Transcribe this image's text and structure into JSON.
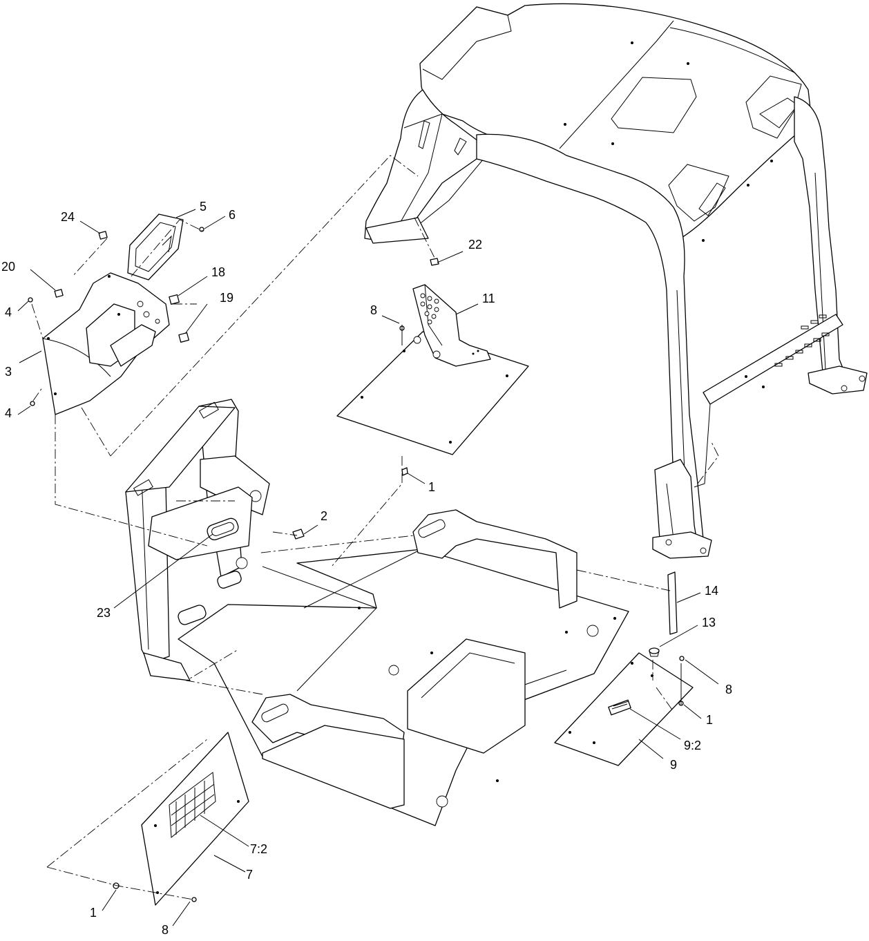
{
  "callouts": [
    {
      "id": "c24",
      "label": "24"
    },
    {
      "id": "c5",
      "label": "5"
    },
    {
      "id": "c6",
      "label": "6"
    },
    {
      "id": "c20",
      "label": "20"
    },
    {
      "id": "c18",
      "label": "18"
    },
    {
      "id": "c4a",
      "label": "4"
    },
    {
      "id": "c19",
      "label": "19"
    },
    {
      "id": "c3",
      "label": "3"
    },
    {
      "id": "c4b",
      "label": "4"
    },
    {
      "id": "c22",
      "label": "22"
    },
    {
      "id": "c8a",
      "label": "8"
    },
    {
      "id": "c11",
      "label": "11"
    },
    {
      "id": "c1a",
      "label": "1"
    },
    {
      "id": "c2",
      "label": "2"
    },
    {
      "id": "c23",
      "label": "23"
    },
    {
      "id": "c14",
      "label": "14"
    },
    {
      "id": "c13",
      "label": "13"
    },
    {
      "id": "c8b",
      "label": "8"
    },
    {
      "id": "c1b",
      "label": "1"
    },
    {
      "id": "c9_2",
      "label": "9:2"
    },
    {
      "id": "c9",
      "label": "9"
    },
    {
      "id": "c7_2",
      "label": "7:2"
    },
    {
      "id": "c7",
      "label": "7"
    },
    {
      "id": "c1c",
      "label": "1"
    },
    {
      "id": "c8c",
      "label": "8"
    }
  ]
}
